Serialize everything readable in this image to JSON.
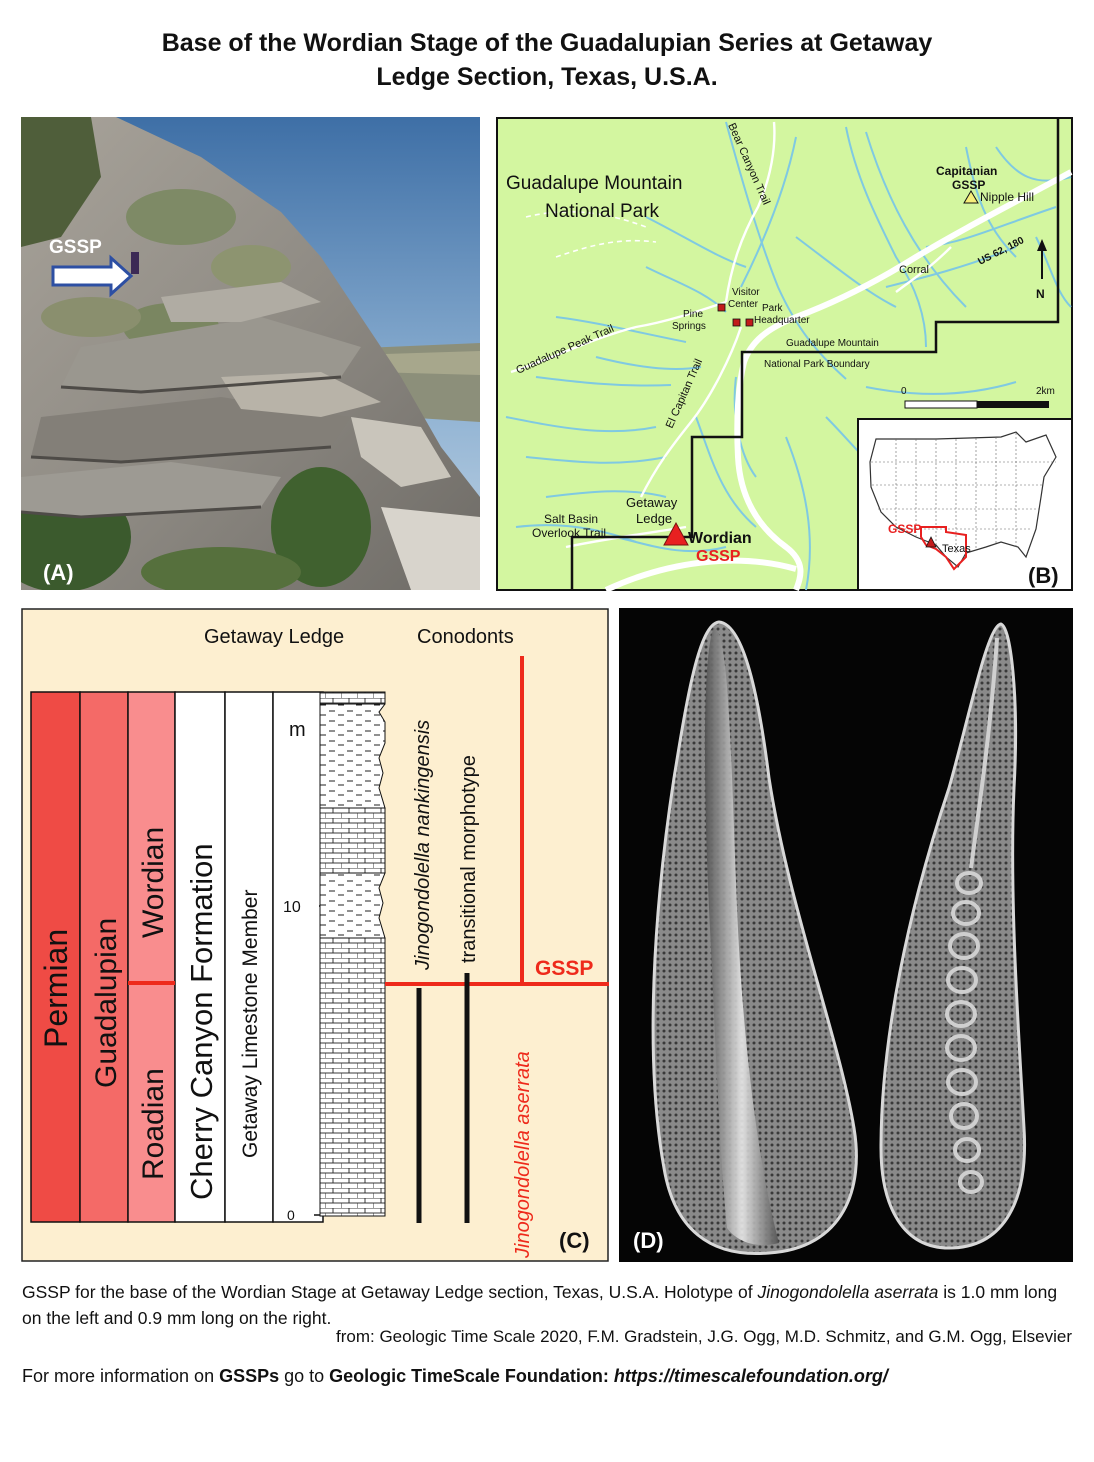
{
  "title": {
    "line1": "Base of the Wordian Stage of the Guadalupian Series at Getaway",
    "line2": "Ledge Section, Texas, U.S.A."
  },
  "panel_a": {
    "letter": "(A)",
    "gssp_label": "GSSP",
    "arrow_icon": "right-arrow-icon"
  },
  "panel_b": {
    "letter": "(B)",
    "park_name_1": "Guadalupe Mountain",
    "park_name_2": "National Park",
    "bear_canyon_trail": "Bear Canyon Trail",
    "capitanian_1": "Capitanian",
    "capitanian_2": "GSSP",
    "nipple_hill": "Nipple Hill",
    "corral": "Corral",
    "highway": "US 62, 180",
    "north": "N",
    "visitor_1": "Visitor",
    "visitor_2": "Center",
    "pine_1": "Pine",
    "pine_2": "Springs",
    "park_hq_1": "Park",
    "park_hq_2": "Headquarter",
    "guadalupe_peak_trail": "Guadalupe Peak Trail",
    "boundary_1": "Guadalupe Mountain",
    "boundary_2": "National Park Boundary",
    "el_capitan_trail": "El Capitan Trail",
    "scale_0": "0",
    "scale_2": "2km",
    "getaway_1": "Getaway",
    "getaway_2": "Ledge",
    "salt_basin_1": "Salt Basin",
    "salt_basin_2": "Overlook Trail",
    "wordian": "Wordian",
    "gssp": "GSSP",
    "inset_gssp": "GSSP",
    "inset_texas": "Texas",
    "colors": {
      "map_bg": "#d3f6a0",
      "stream": "#7fc9e2",
      "road": "#ffffff",
      "gssp_red": "#e82020"
    }
  },
  "panel_c": {
    "letter": "(C)",
    "getaway_ledge": "Getaway Ledge",
    "conodonts": "Conodonts",
    "column_permian": "Permian",
    "column_guadalupian": "Guadalupian",
    "column_wordian": "Wordian",
    "column_roadian": "Roadian",
    "column_formation": "Cherry Canyon Formation",
    "column_member": "Getaway Limestone Member",
    "scale_unit": "m",
    "scale_10": "10",
    "scale_0": "0",
    "species_1": "Jinogondolella nankingensis",
    "species_2": "transitional morphotype",
    "species_3": "Jinogondolella aserrata",
    "gssp": "GSSP",
    "colors": {
      "background": "#fdefd0",
      "permian": "#ef4b45",
      "guadalupian": "#f46a67",
      "roadian_wordian": "#f98d8e",
      "gssp_red": "#ee2a1b"
    }
  },
  "panel_d": {
    "letter": "(D)"
  },
  "caption": {
    "text_1": "GSSP for the base of the Wordian Stage at Getaway Ledge section, Texas, U.S.A. Holotype of ",
    "italic_1": "Jinogondolella aserrata",
    "text_2": " is 1.0 mm long on the left and 0.9 mm long on the right."
  },
  "source": "from: Geologic Time Scale 2020, F.M. Gradstein, J.G. Ogg, M.D. Schmitz, and G.M. Ogg, Elsevier",
  "more_info": {
    "prefix": "For more information on ",
    "gssps": "GSSPs",
    "middle": " go to ",
    "foundation": "Geologic TimeScale Foundation: ",
    "url": "https://timescalefoundation.org/"
  }
}
